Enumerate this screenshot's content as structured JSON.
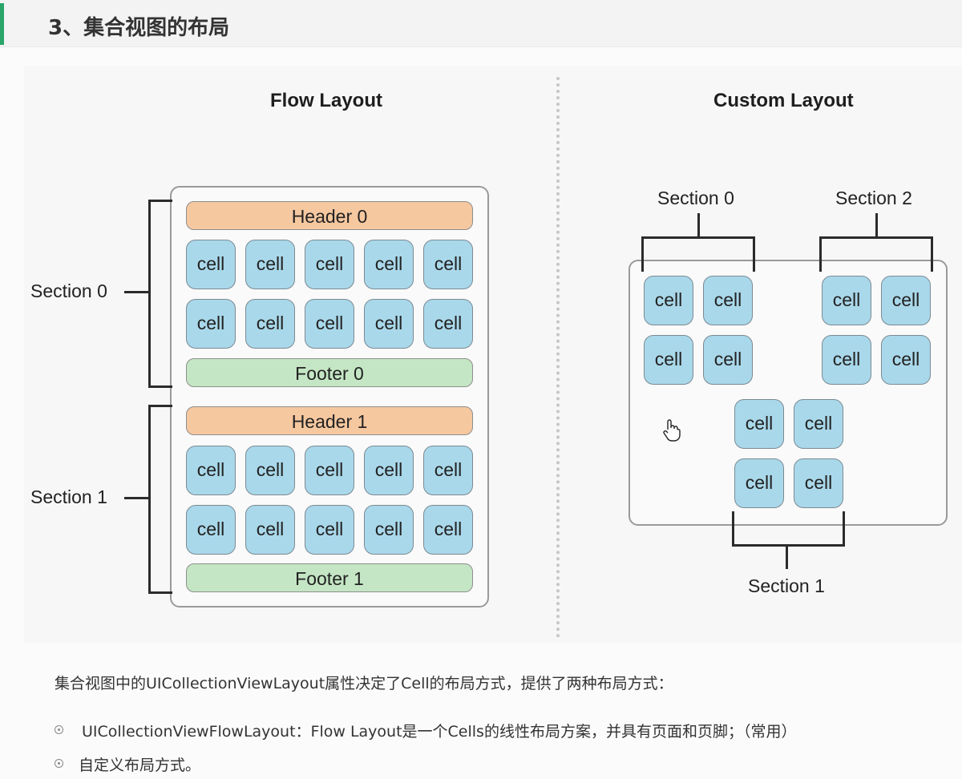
{
  "page": {
    "title": "3、集合视图的布局"
  },
  "flow": {
    "heading": "Flow Layout",
    "header_0": "Header 0",
    "footer_0": "Footer 0",
    "header_1": "Header 1",
    "footer_1": "Footer 1",
    "section_0": "Section 0",
    "section_1": "Section 1",
    "cell_label": "cell"
  },
  "custom": {
    "heading": "Custom Layout",
    "section_0": "Section 0",
    "section_1": "Section 1",
    "section_2": "Section 2",
    "cell_label": "cell"
  },
  "text": {
    "intro": "集合视图中的UICollectionViewLayout属性决定了Cell的布局方式，提供了两种布局方式：",
    "bullets": [
      "UICollectionViewFlowLayout：Flow Layout是一个Cells的线性布局方案，并具有页面和页脚；（常用）",
      "自定义布局方式。"
    ]
  },
  "colors": {
    "accent": "#2aa56a",
    "header": "#f6c8a0",
    "footer": "#c4e6c4",
    "cell": "#a9d8ea"
  }
}
